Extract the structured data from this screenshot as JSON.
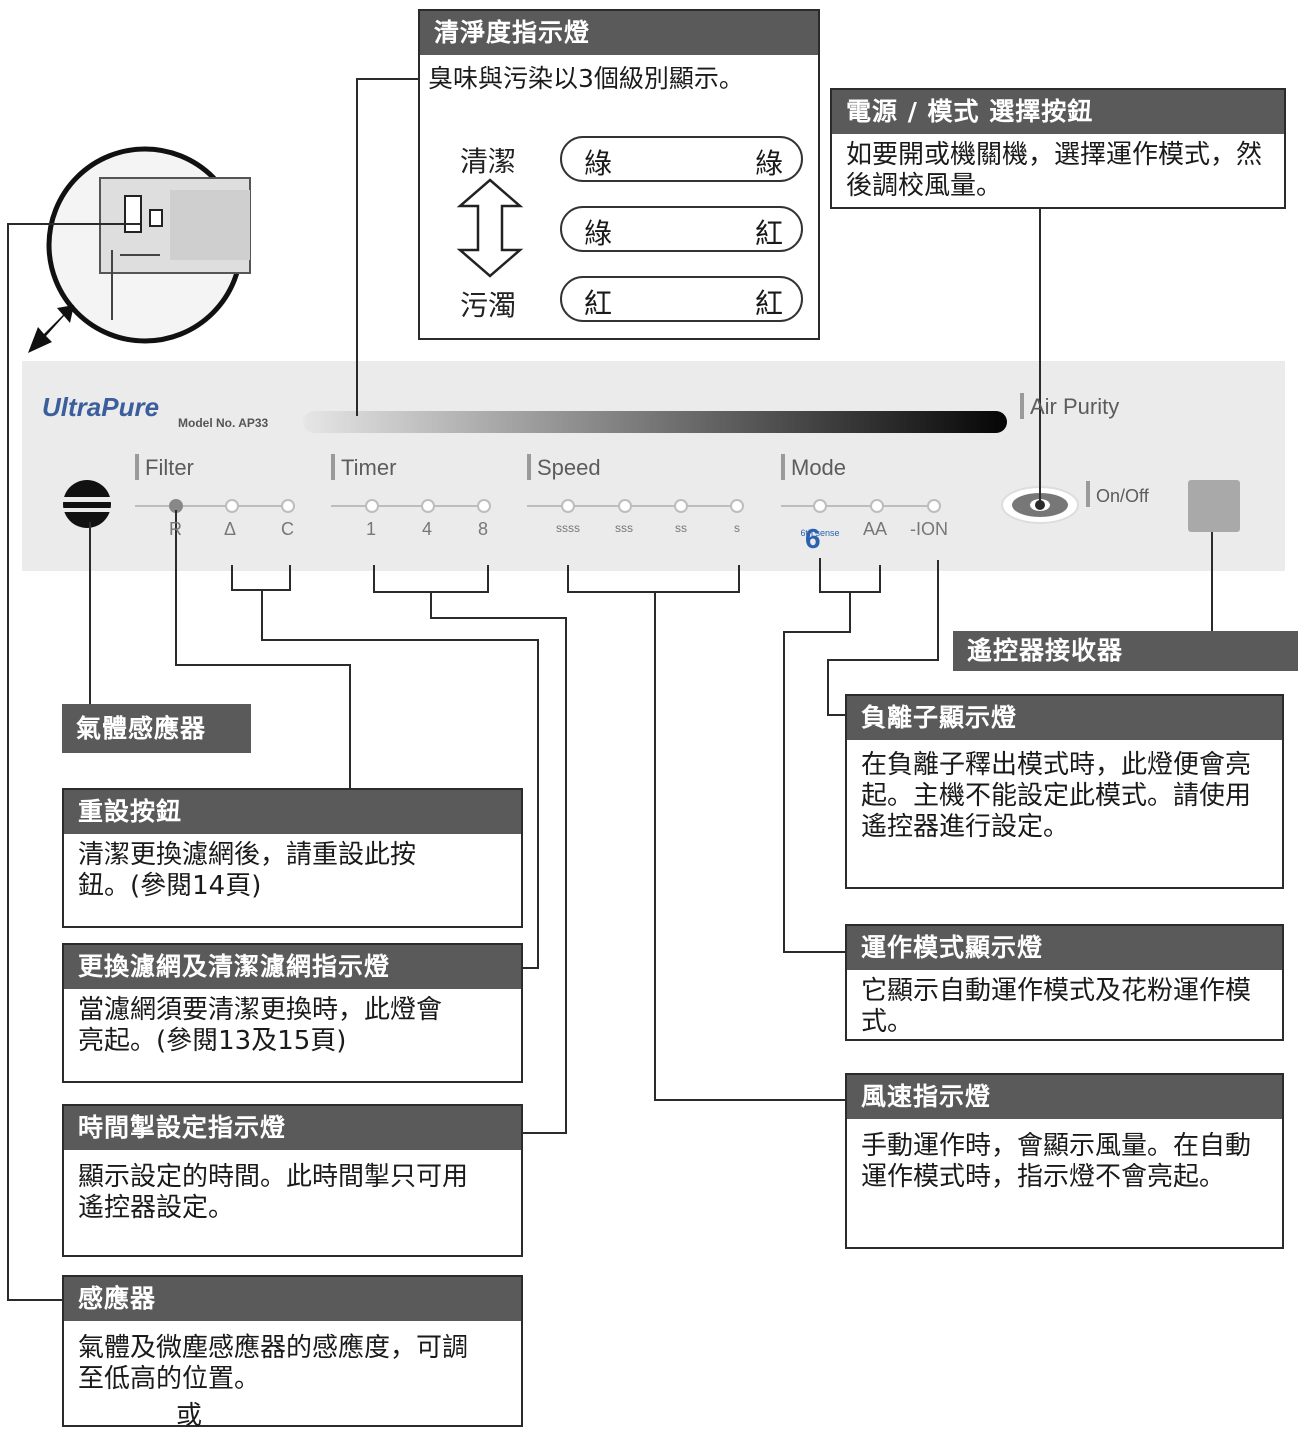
{
  "cleanliness": {
    "title": "清淨度指示燈",
    "desc": "臭味與污染以3個級別顯示。",
    "clean_label": "清潔",
    "dirty_label": "污濁",
    "rows": [
      {
        "left": "綠",
        "right": "綠"
      },
      {
        "left": "綠",
        "right": "紅"
      },
      {
        "left": "紅",
        "right": "紅"
      }
    ]
  },
  "power": {
    "title": "電源 / 模式 選擇按鈕",
    "desc": "如要開或機關機，選擇運作模式，然後調校風量。"
  },
  "panel": {
    "brand": "UltraPure",
    "model": "Model No. AP33",
    "air_purity": "Air Purity",
    "on_off": "On/Off",
    "groups": {
      "filter": {
        "label": "Filter",
        "indicators": [
          "R",
          "Δ",
          "C"
        ]
      },
      "timer": {
        "label": "Timer",
        "indicators": [
          "1",
          "4",
          "8"
        ]
      },
      "speed": {
        "label": "Speed",
        "indicators": [
          "ssss",
          "sss",
          "ss",
          "s"
        ]
      },
      "mode": {
        "label": "Mode",
        "indicators": [
          "6th sense",
          "AA",
          "-ION"
        ]
      }
    }
  },
  "remote_receiver": {
    "title": "遙控器接收器"
  },
  "gas_sensor": {
    "title": "氣體感應器"
  },
  "reset": {
    "title": "重設按鈕",
    "desc": "清潔更換濾網後，請重設此按鈕。(參閱14頁)"
  },
  "filter_indicator": {
    "title": "更換濾網及清潔濾網指示燈",
    "desc": "當濾網須要清潔更換時，此燈會亮起。(參閱13及15頁)"
  },
  "timer_indicator": {
    "title": "時間掣設定指示燈",
    "desc": "顯示設定的時間。此時間掣只可用遙控器設定。"
  },
  "sensor": {
    "title": "感應器",
    "desc": "氣體及微塵感應器的感應度，可調至低高的位置。",
    "extra": "或"
  },
  "ion_indicator": {
    "title": "負離子顯示燈",
    "desc": "在負離子釋出模式時，此燈便會亮起。主機不能設定此模式。請使用遙控器進行設定。"
  },
  "mode_indicator": {
    "title": "運作模式顯示燈",
    "desc": "它顯示自動運作模式及花粉運作模式。"
  },
  "speed_indicator": {
    "title": "風速指示燈",
    "desc": "手動運作時，會顯示風量。在自動運作模式時，指示燈不會亮起。"
  }
}
